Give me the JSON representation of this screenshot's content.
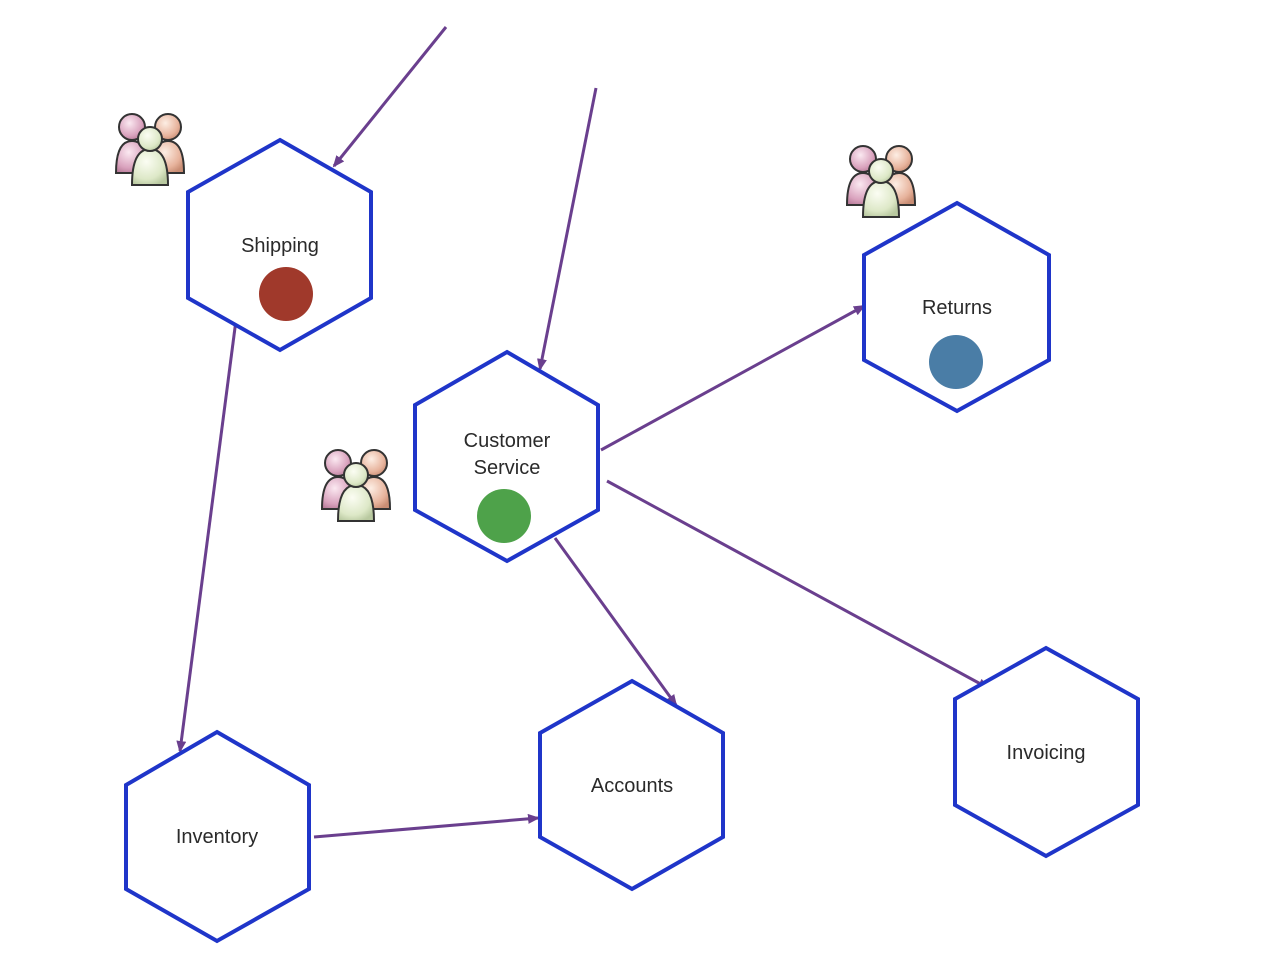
{
  "colors": {
    "hexagon_stroke": "#1f35c9",
    "arrow": "#6a3f8e",
    "background": "#ffffff"
  },
  "services": {
    "shipping": {
      "label": "Shipping",
      "dot_color": "#a0392b",
      "has_team": true
    },
    "customer_service": {
      "label_line1": "Customer",
      "label_line2": "Service",
      "dot_color": "#4ea24a",
      "has_team": true
    },
    "returns": {
      "label": "Returns",
      "dot_color": "#4a7da6",
      "has_team": true
    },
    "inventory": {
      "label": "Inventory"
    },
    "accounts": {
      "label": "Accounts"
    },
    "invoicing": {
      "label": "Invoicing"
    }
  },
  "team_icon": "people-group-icon",
  "connections": [
    {
      "from": "external",
      "to": "Shipping"
    },
    {
      "from": "external",
      "to": "Customer Service"
    },
    {
      "from": "Shipping",
      "to": "Inventory"
    },
    {
      "from": "Inventory",
      "to": "Accounts"
    },
    {
      "from": "Customer Service",
      "to": "Returns"
    },
    {
      "from": "Customer Service",
      "to": "Accounts"
    },
    {
      "from": "Customer Service",
      "to": "Invoicing"
    }
  ]
}
